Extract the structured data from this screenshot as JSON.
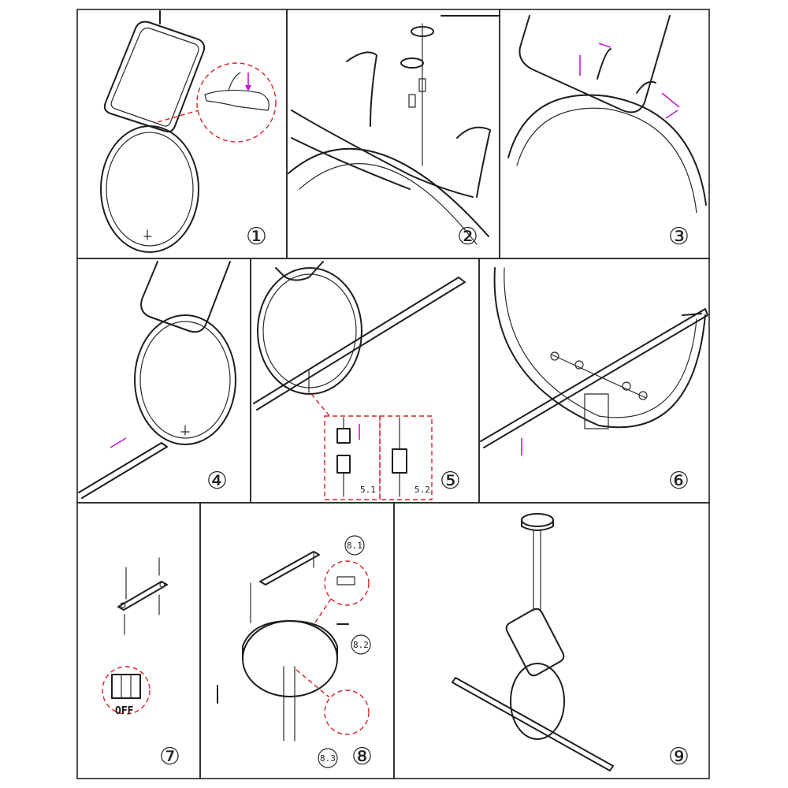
{
  "steps": [
    {
      "number": "①"
    },
    {
      "number": "②"
    },
    {
      "number": "③"
    },
    {
      "number": "④"
    },
    {
      "number": "⑤",
      "sublabels": [
        "5.1",
        "5.2"
      ]
    },
    {
      "number": "⑥"
    },
    {
      "number": "⑦",
      "breaker_label": "OFF"
    },
    {
      "number": "⑧",
      "sublabels": [
        "8.1",
        "8.2",
        "8.3"
      ]
    },
    {
      "number": "⑨"
    }
  ],
  "colors": {
    "line": "#1e1e1e",
    "detail_callout": "#d9212a",
    "direction_arrow": "#c418d6"
  }
}
